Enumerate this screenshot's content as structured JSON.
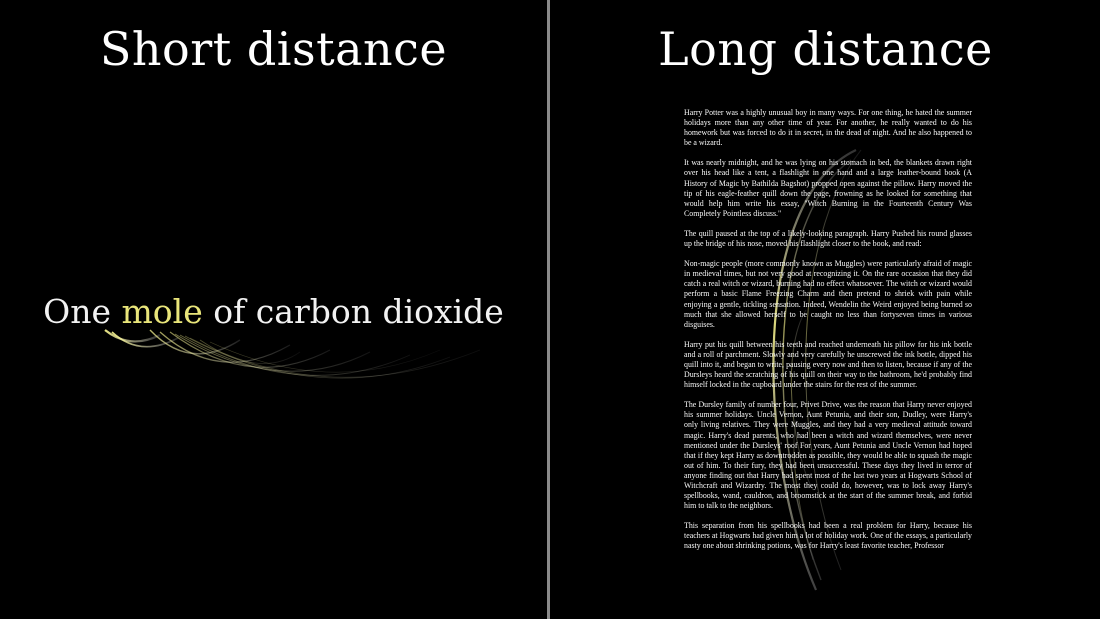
{
  "left": {
    "title": "Short distance",
    "phrase_before": "One ",
    "phrase_highlight": "mole",
    "phrase_after": " of carbon dioxide"
  },
  "right": {
    "title": "Long distance",
    "paragraphs": [
      "Harry Potter was a highly unusual boy in many ways. For one thing, he hated the summer holidays more than any other time of year. For another, he really wanted to do his homework but was forced to do it in secret, in the dead of night. And he also happened to be a wizard.",
      "It was nearly midnight, and he was lying on his stomach in bed, the blankets drawn right over his head like a tent, a flashlight in one hand and a large leather-bound book (A History of Magic by Bathilda Bagshot) propped open against the pillow. Harry moved the tip of his eagle-feather quill down the page, frowning as he looked for something that would help him write his essay, \"Witch Burning in the Fourteenth Century Was Completely Pointless discuss.\"",
      "The quill paused at the top of a likely-looking paragraph. Harry Pushed his round glasses up the bridge of his nose, moved his flashlight closer to the book, and read:",
      "Non-magic people (more commonly known as Muggles) were particularly afraid of magic in medieval times, but not very good at recognizing it. On the rare occasion that they did catch a real witch or wizard, burning had no effect whatsoever. The witch or wizard would perform a basic Flame Freezing Charm and then pretend to shriek with pain while enjoying a gentle, tickling sensation. Indeed, Wendelin the Weird enjoyed being burned so much that she allowed herself to be caught no less than fortyseven times in various disguises.",
      "Harry put his quill between his teeth and reached underneath his pillow for his ink bottle and a roll of parchment. Slowly and very carefully he unscrewed the ink bottle, dipped his quill into it, and began to write, pausing every now and then to listen, because if any of the Dursleys heard the scratching of his quill on their way to the bathroom, he'd probably find himself locked in the cupboard under the stairs for the rest of the summer.",
      "The Dursley family of number four, Privet Drive, was the reason that Harry never enjoyed his summer holidays. Uncle Vernon, Aunt Petunia, and their son, Dudley, were Harry's only living relatives. They were Muggles, and they had a very medieval attitude toward magic. Harry's dead parents, who had been a witch and wizard themselves, were never mentioned under the Dursleys' roof For years, Aunt Petunia and Uncle Vernon had hoped that if they kept Harry as downtrodden as possible, they would be able to squash the magic out of him. To their fury, they had been unsuccessful. These days they lived in terror of anyone finding out that Harry had spent most of the last two years at Hogwarts School of Witchcraft and Wizardry. The most they could do, however, was to lock away Harry's spellbooks, wand, cauldron, and broomstick at the start of the summer break, and forbid him to talk to the neighbors.",
      "This separation from his spellbooks had been a real problem for Harry, because his teachers at Hogwarts had given him a lot of holiday work. One of the essays, a particularly nasty one about shrinking potions, was for Harry's least favorite teacher, Professor"
    ]
  },
  "colors": {
    "background": "#000000",
    "text": "#ffffff",
    "highlight": "#e9e57a",
    "divider": "#8a8a8a"
  }
}
